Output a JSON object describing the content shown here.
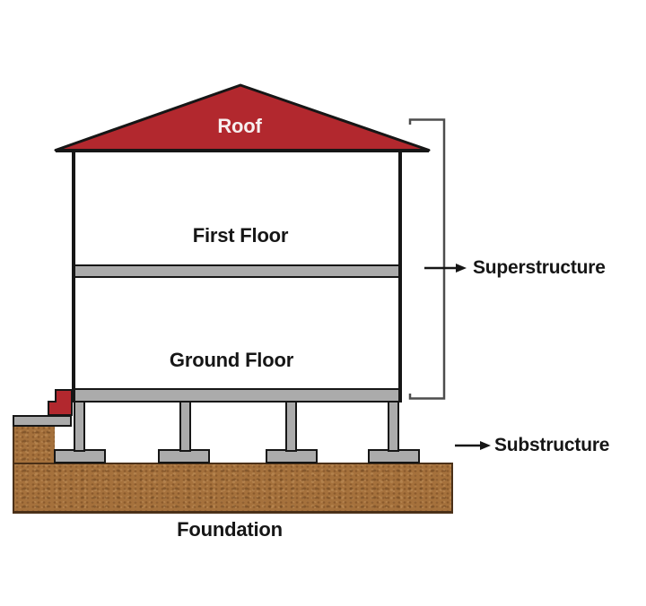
{
  "diagram": {
    "labels": {
      "roof": "Roof",
      "first_floor": "First Floor",
      "ground_floor": "Ground Floor",
      "foundation": "Foundation",
      "superstructure": "Superstructure",
      "substructure": "Substructure"
    },
    "icons": {
      "superstructure_pointer": "arrow-right-icon",
      "substructure_pointer": "arrow-right-icon",
      "superstructure_span": "bracket-icon"
    },
    "colors": {
      "background": "#FFFFFF",
      "roof_red": "#B2282E",
      "steps_red": "#B2282E",
      "slab_gray": "#ABABAB",
      "soil_brown": "#A5713C",
      "soil_border": "#4A3018",
      "outline_black": "#161616",
      "bracket_gray": "#4D4D4D",
      "roof_label_text": "#F7EFEF",
      "body_label_text": "#161616"
    }
  }
}
